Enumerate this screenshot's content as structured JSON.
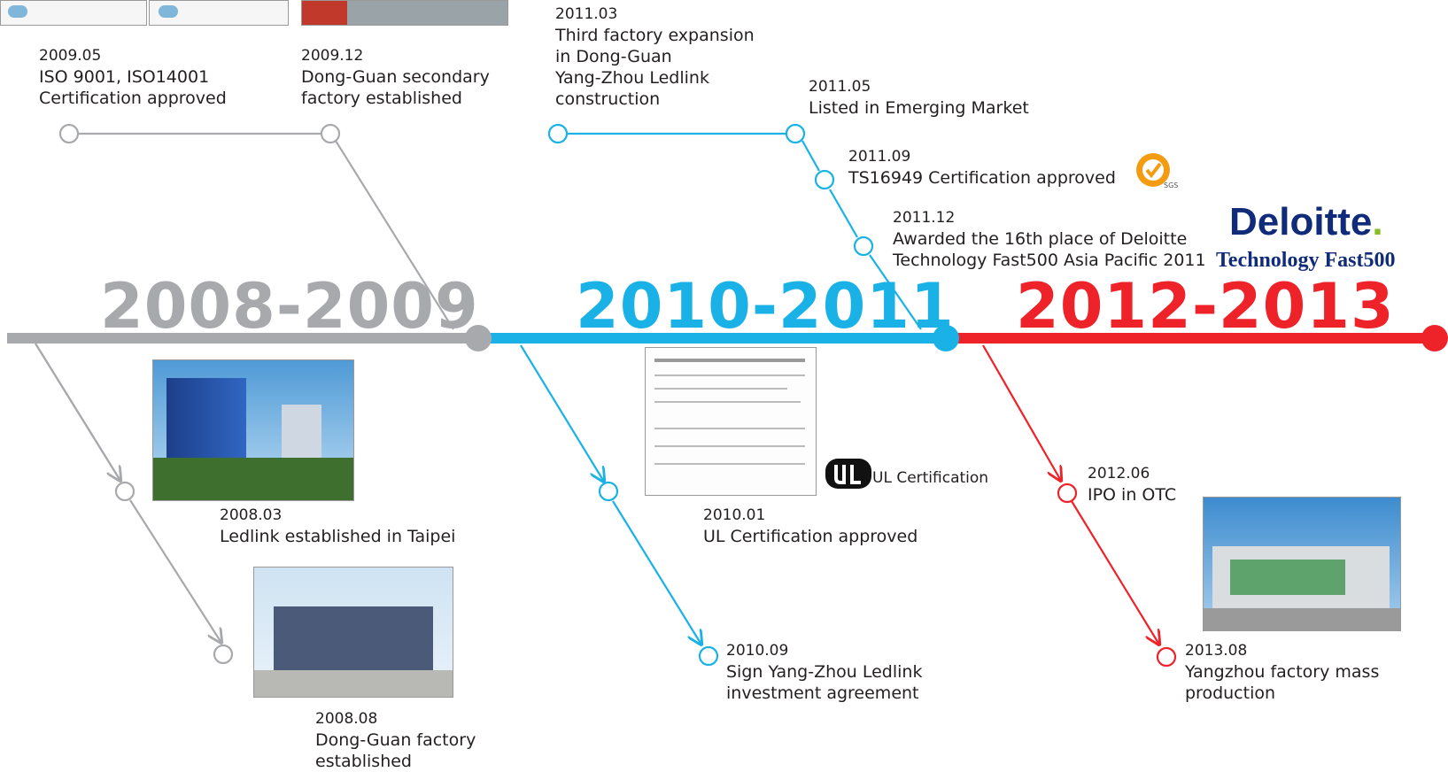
{
  "colors": {
    "era1": "#a7a9ac",
    "era2": "#1ab2e6",
    "era3": "#ee2229",
    "deloitte": "#0f2b7a",
    "deloitte_dot": "#86bc25"
  },
  "eras": [
    {
      "label": "2008-2009"
    },
    {
      "label": "2010-2011"
    },
    {
      "label": "2012-2013"
    }
  ],
  "events": {
    "e2009_05": {
      "date": "2009.05",
      "lines": [
        "ISO 9001, ISO14001",
        "Certification approved"
      ]
    },
    "e2009_12": {
      "date": "2009.12",
      "lines": [
        "Dong-Guan secondary",
        "factory established"
      ]
    },
    "e2011_03": {
      "date": "2011.03",
      "lines": [
        "Third factory expansion",
        "in Dong-Guan",
        "Yang-Zhou Ledlink",
        "construction"
      ]
    },
    "e2011_05": {
      "date": "2011.05",
      "lines": [
        "Listed in Emerging Market"
      ]
    },
    "e2011_09": {
      "date": "2011.09",
      "lines": [
        "TS16949 Certification approved"
      ]
    },
    "e2011_12": {
      "date": "2011.12",
      "lines": [
        "Awarded the 16th place  of Deloitte",
        "Technology Fast500 Asia Pacific 2011"
      ]
    },
    "e2008_03": {
      "date": "2008.03",
      "lines": [
        "Ledlink established in Taipei"
      ]
    },
    "e2008_08": {
      "date": "2008.08",
      "lines": [
        "Dong-Guan factory",
        "established"
      ]
    },
    "e2010_01": {
      "date": "2010.01",
      "lines": [
        "UL Certification approved"
      ]
    },
    "e2010_09": {
      "date": "2010.09",
      "lines": [
        "Sign Yang-Zhou Ledlink",
        "investment agreement"
      ]
    },
    "e2012_06": {
      "date": "2012.06",
      "lines": [
        "IPO in OTC"
      ]
    },
    "e2013_08": {
      "date": "2013.08",
      "lines": [
        "Yangzhou factory mass",
        "production"
      ]
    }
  },
  "logos": {
    "deloitte_word": "Deloitte",
    "deloitte_dot": ".",
    "fast500": "Technology Fast500",
    "ul_label": "UL Certification"
  }
}
